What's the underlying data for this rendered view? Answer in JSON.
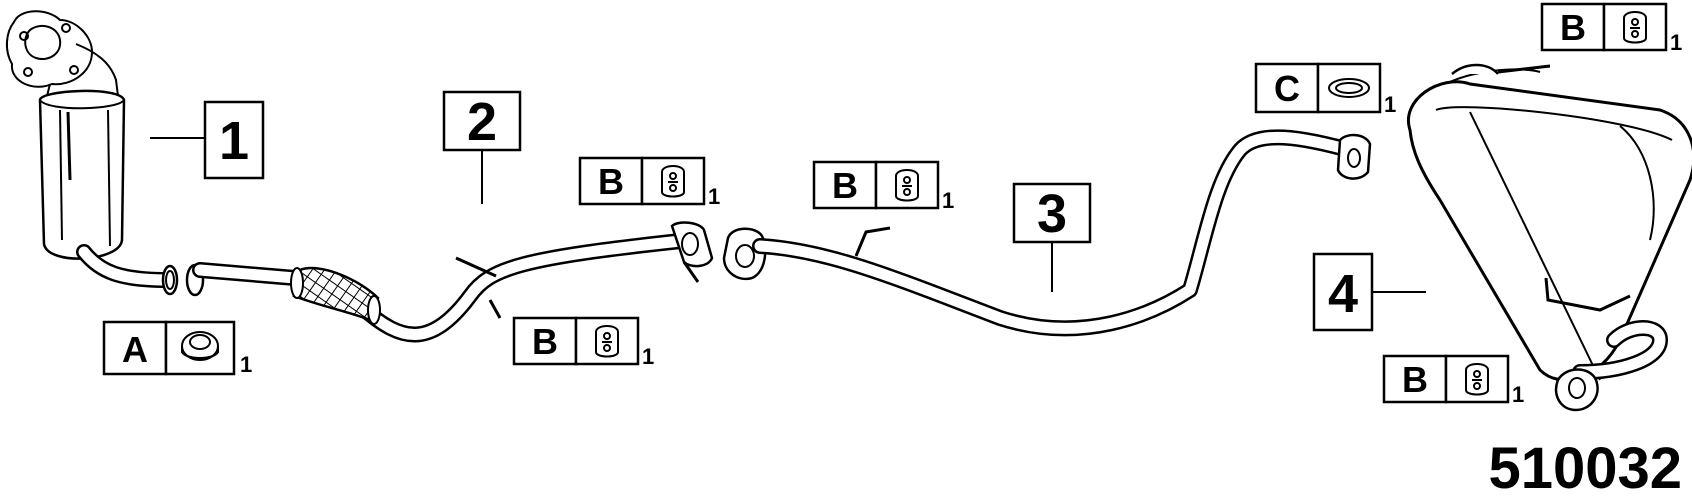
{
  "diagram": {
    "id_number": "510032",
    "parts": [
      {
        "number": "1"
      },
      {
        "number": "2"
      },
      {
        "number": "3"
      },
      {
        "number": "4"
      }
    ],
    "fittings": [
      {
        "letter": "A",
        "qty": "1",
        "icon": "gasket-ring-icon"
      },
      {
        "letter": "B",
        "qty": "1",
        "icon": "rubber-hanger-icon"
      },
      {
        "letter": "B",
        "qty": "1",
        "icon": "rubber-hanger-icon"
      },
      {
        "letter": "B",
        "qty": "1",
        "icon": "rubber-hanger-icon"
      },
      {
        "letter": "C",
        "qty": "1",
        "icon": "flat-gasket-icon"
      },
      {
        "letter": "B",
        "qty": "1",
        "icon": "rubber-hanger-icon"
      },
      {
        "letter": "B",
        "qty": "1",
        "icon": "rubber-hanger-icon"
      }
    ]
  }
}
